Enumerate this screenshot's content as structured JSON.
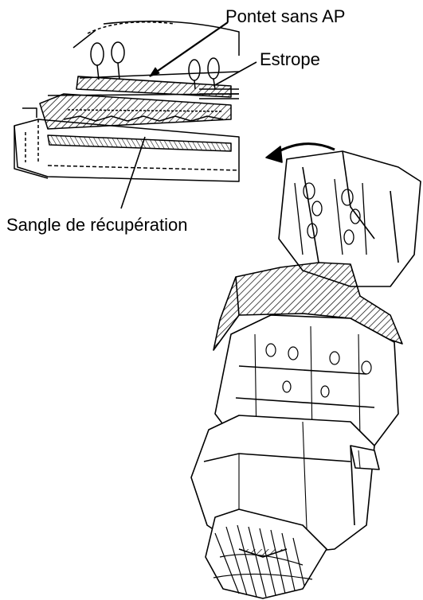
{
  "figure": {
    "callouts": {
      "pontet": "Pontet sans AP",
      "estrope": "Estrope",
      "sangle": "Sangle de récupération"
    }
  }
}
